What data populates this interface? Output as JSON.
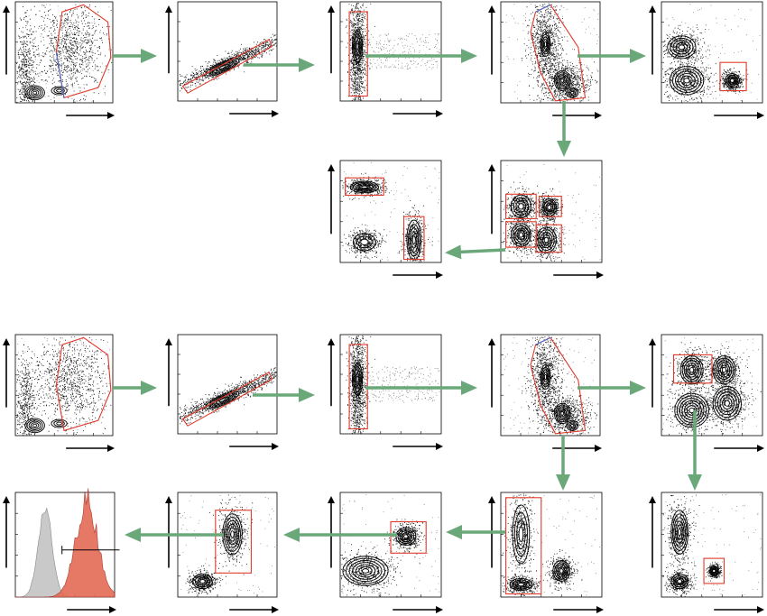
{
  "figure": {
    "colors": {
      "background": "#ffffff",
      "gate": "#e03a2a",
      "gate_blue": "#4a6fd1",
      "flow_arrow": "#6aa87a",
      "axis_arrow": "#000000",
      "dots": "#111111",
      "histogram_grey": "#c9c9c9",
      "histogram_red": "#e36b55"
    },
    "panel_types": [
      "scatter-gate-polygon",
      "scatter-diagonal-gate",
      "scatter-vertical-rect-gate",
      "scatter-quad-rect-gates",
      "histogram-overlay-with-range-marker"
    ],
    "text_labels": []
  }
}
